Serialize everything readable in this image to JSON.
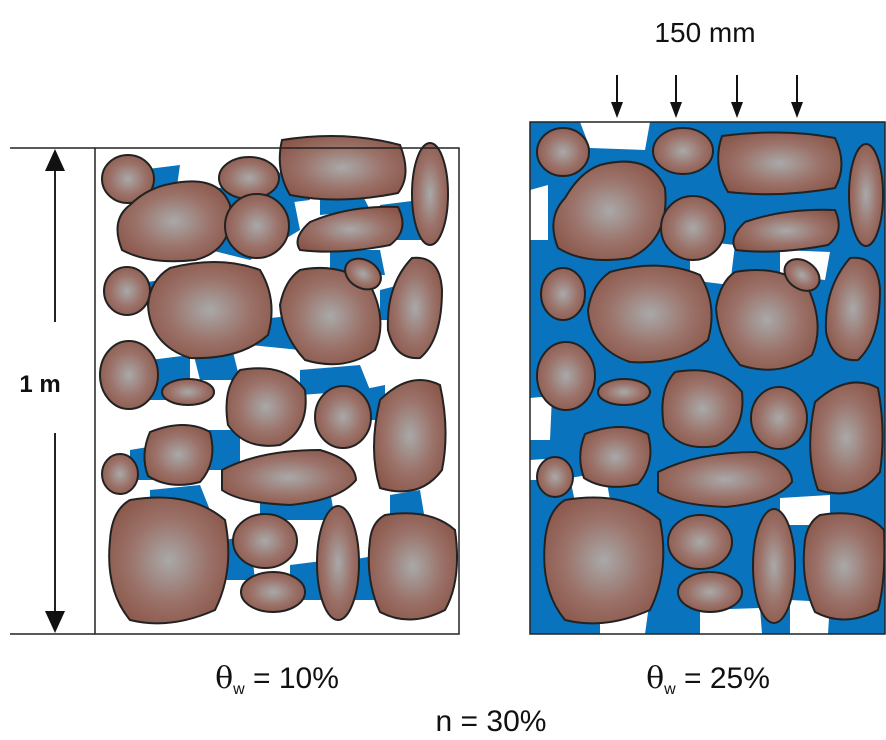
{
  "scale": {
    "height_label": "1 m",
    "infiltration_label": "150 mm"
  },
  "panels": [
    {
      "theta_symbol": "θ",
      "theta_subscript": "w",
      "theta_rest": " = 10%"
    },
    {
      "theta_symbol": "θ",
      "theta_subscript": "w",
      "theta_rest": " = 25%"
    }
  ],
  "porosity_label": "n = 30%",
  "colors": {
    "water": "#0a73be",
    "grain_light": "#a9a9a9",
    "grain_dark": "#8a5548",
    "outline": "#222222"
  }
}
